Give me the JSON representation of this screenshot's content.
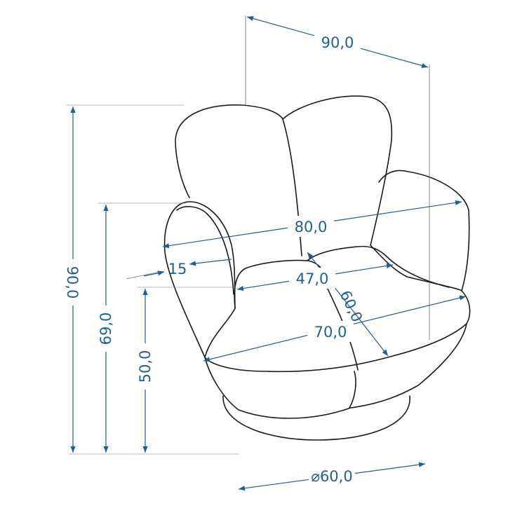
{
  "drawing": {
    "colors": {
      "dimension": "#1f5f95",
      "outline": "#1a1a1a",
      "background": "#ffffff"
    },
    "dimensions": {
      "total_width": "90,0",
      "seat_inner_width": "80,0",
      "armrest_width": "15",
      "seat_width": "47,0",
      "seat_depth": "60,0",
      "depth": "70,0",
      "total_height": "90,0",
      "arm_height": "69,0",
      "seat_height": "50,0",
      "base_diameter": "⌀60,0"
    }
  }
}
